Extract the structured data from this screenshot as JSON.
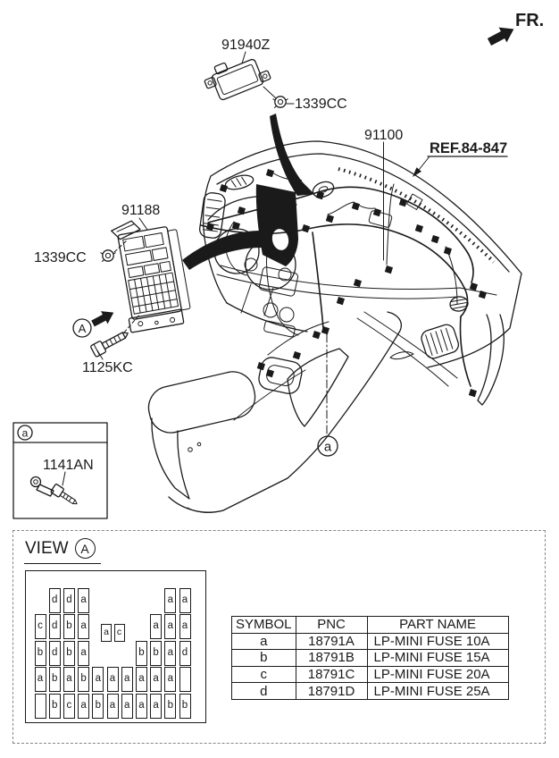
{
  "colors": {
    "ink": "#1a1a1a",
    "background": "#ffffff",
    "dashed_border": "#868686"
  },
  "labels": {
    "fr": "FR."
  },
  "callouts": {
    "module_part": "91940Z",
    "module_screw_part": "1339CC",
    "harness_part": "91100",
    "ref_label": "REF.84-847",
    "junction_box_part": "91188",
    "junction_screw_part": "1339CC",
    "mount_bolt_part": "1125KC",
    "view_marker": "A",
    "console_marker": "a"
  },
  "detail_box": {
    "marker": "a",
    "part": "1141AN"
  },
  "view_a": {
    "title": "VIEW",
    "marker": "A",
    "fuse_panel": {
      "fuses": [
        {
          "r": 1,
          "c": 2,
          "t": "d"
        },
        {
          "r": 1,
          "c": 3,
          "t": "d"
        },
        {
          "r": 1,
          "c": 4,
          "t": "a"
        },
        {
          "r": 1,
          "c": 10,
          "t": "a"
        },
        {
          "r": 1,
          "c": 11,
          "t": "a"
        },
        {
          "r": 2,
          "c": 1,
          "t": "c"
        },
        {
          "r": 2,
          "c": 2,
          "t": "d"
        },
        {
          "r": 2,
          "c": 3,
          "t": "b"
        },
        {
          "r": 2,
          "c": 4,
          "t": "a"
        },
        {
          "r": 2,
          "c": 9,
          "t": "a"
        },
        {
          "r": 2,
          "c": 10,
          "t": "a"
        },
        {
          "r": 2,
          "c": 11,
          "t": "a"
        },
        {
          "r": 3,
          "c": 1,
          "t": "b"
        },
        {
          "r": 3,
          "c": 2,
          "t": "d"
        },
        {
          "r": 3,
          "c": 3,
          "t": "b"
        },
        {
          "r": 3,
          "c": 4,
          "t": "a"
        },
        {
          "r": 3,
          "c": 8,
          "t": "b"
        },
        {
          "r": 3,
          "c": 9,
          "t": "b"
        },
        {
          "r": 3,
          "c": 10,
          "t": "a"
        },
        {
          "r": 3,
          "c": 11,
          "t": "d"
        },
        {
          "r": 4,
          "c": 1,
          "t": "a"
        },
        {
          "r": 4,
          "c": 2,
          "t": "b"
        },
        {
          "r": 4,
          "c": 3,
          "t": "a"
        },
        {
          "r": 4,
          "c": 4,
          "t": "b"
        },
        {
          "r": 4,
          "c": 5,
          "t": "a"
        },
        {
          "r": 4,
          "c": 6,
          "t": "a"
        },
        {
          "r": 4,
          "c": 7,
          "t": "a"
        },
        {
          "r": 4,
          "c": 8,
          "t": "a"
        },
        {
          "r": 4,
          "c": 9,
          "t": "a"
        },
        {
          "r": 4,
          "c": 10,
          "t": "a"
        },
        {
          "r": 4,
          "c": 11,
          "t": ""
        },
        {
          "r": 5,
          "c": 1,
          "t": ""
        },
        {
          "r": 5,
          "c": 2,
          "t": "b"
        },
        {
          "r": 5,
          "c": 3,
          "t": "c"
        },
        {
          "r": 5,
          "c": 4,
          "t": "a"
        },
        {
          "r": 5,
          "c": 5,
          "t": "b"
        },
        {
          "r": 5,
          "c": 6,
          "t": "a"
        },
        {
          "r": 5,
          "c": 7,
          "t": "a"
        },
        {
          "r": 5,
          "c": 8,
          "t": "a"
        },
        {
          "r": 5,
          "c": 9,
          "t": "a"
        },
        {
          "r": 5,
          "c": 10,
          "t": "b"
        },
        {
          "r": 5,
          "c": 11,
          "t": "b"
        }
      ],
      "floating": [
        {
          "t": "a"
        },
        {
          "t": "c"
        }
      ]
    },
    "table": {
      "headers": [
        "SYMBOL",
        "PNC",
        "PART NAME"
      ],
      "rows": [
        {
          "symbol": "a",
          "pnc": "18791A",
          "part_name": "LP-MINI FUSE 10A"
        },
        {
          "symbol": "b",
          "pnc": "18791B",
          "part_name": "LP-MINI FUSE 15A"
        },
        {
          "symbol": "c",
          "pnc": "18791C",
          "part_name": "LP-MINI FUSE 20A"
        },
        {
          "symbol": "d",
          "pnc": "18791D",
          "part_name": "LP-MINI FUSE 25A"
        }
      ]
    }
  }
}
